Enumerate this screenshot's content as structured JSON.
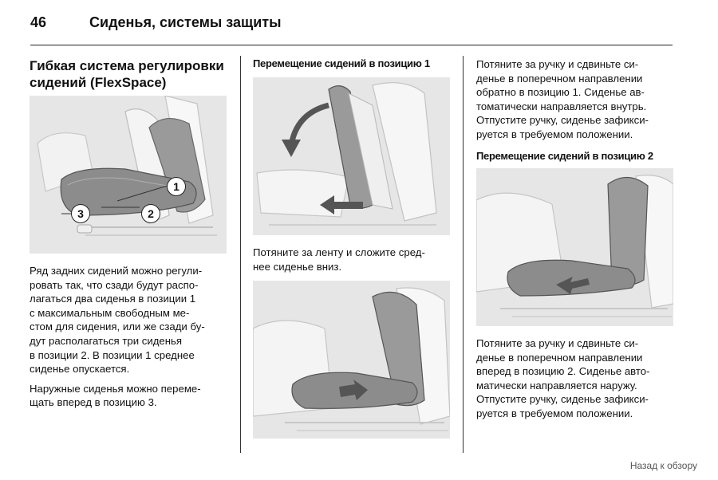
{
  "header": {
    "page_number": "46",
    "title": "Сиденья, системы защиты"
  },
  "col1": {
    "title_line1": "Гибкая система регулировки",
    "title_line2": "сидений (FlexSpace)",
    "callouts": [
      "1",
      "2",
      "3"
    ],
    "p1": [
      "Ряд задних сидений можно регули-",
      "ровать так, что сзади будут распо-",
      "лагаться два сиденья в позиции 1",
      "с максимальным свободным ме-",
      "стом для сидения, или же сзади бу-",
      "дут располагаться три сиденья",
      "в позиции 2. В позиции 1 среднее",
      "сиденье опускается."
    ],
    "p2": [
      "Наружные сиденья можно переме-",
      "щать вперед в позицию 3."
    ]
  },
  "col2": {
    "subtitle": "Перемещение сидений в позицию 1",
    "p1": [
      "Потяните за ленту и сложите сред-",
      "нее сиденье вниз."
    ]
  },
  "col3": {
    "p1": [
      "Потяните за ручку и сдвиньте си-",
      "денье в поперечном направлении",
      "обратно в позицию 1. Сиденье ав-",
      "томатически направляется внутрь.",
      "Отпустите ручку, сиденье зафикси-",
      "руется в требуемом положении."
    ],
    "subtitle": "Перемещение сидений в позицию 2",
    "p2": [
      "Потяните за ручку и сдвиньте си-",
      "денье в поперечном направлении",
      "вперед в позицию 2. Сиденье авто-",
      "матически направляется наружу.",
      "Отпустите ручку, сиденье зафикси-",
      "руется в требуемом положении."
    ]
  },
  "footer": {
    "back_link": "Назад к обзору"
  }
}
